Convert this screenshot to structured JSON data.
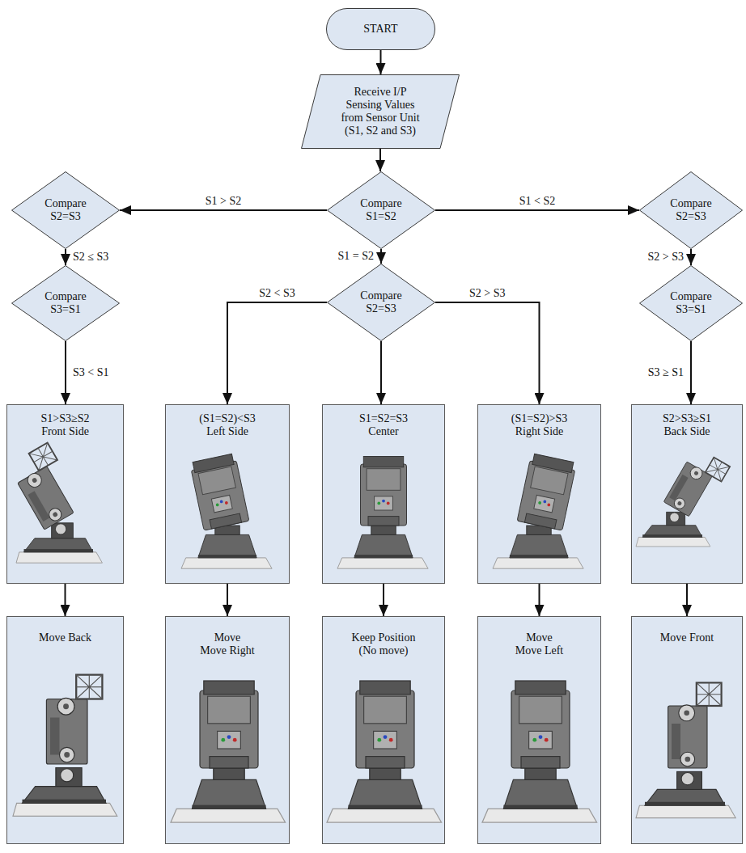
{
  "diagram": {
    "nodes": [
      {
        "text": [
          "START"
        ]
      },
      {
        "text": [
          "Receive I/P Sensing Values from Sensor Unit (S1, S2 and S3)"
        ]
      },
      {
        "text": [
          "Compare S2=S3"
        ]
      },
      {
        "text": [
          "Compare S1=S2"
        ]
      },
      {
        "text": [
          "Compare S2=S3"
        ]
      },
      {
        "text": [
          "Compare S3=S1"
        ]
      },
      {
        "text": [
          "Compare S2=S3"
        ]
      },
      {
        "text": [
          "Compare S3=S1"
        ]
      },
      {
        "text": [
          "S1>S3≥S2",
          "Front Side"
        ]
      },
      {
        "text": [
          "(S1=S2)<S3",
          "Left Side"
        ]
      },
      {
        "text": [
          "S1=S2=S3",
          "Center"
        ]
      },
      {
        "text": [
          "(S1=S2)>S3",
          "Right Side"
        ]
      },
      {
        "text": [
          "S2>S3≥S1",
          "Back Side"
        ]
      },
      {
        "text": [
          "Move Back"
        ]
      },
      {
        "text": [
          "Move",
          "Move Right"
        ]
      },
      {
        "text": [
          "Keep Position (No move)"
        ]
      },
      {
        "text": [
          "Move",
          "Move Left"
        ]
      },
      {
        "text": [
          "Move Front"
        ]
      }
    ],
    "edges": [
      {
        "from": 0,
        "to": 1,
        "arrow": "to"
      },
      {
        "from": 1,
        "to": 3,
        "arrow": "to"
      },
      {
        "from": 3,
        "to": 2,
        "label": "S1 > S2",
        "arrow": "to"
      },
      {
        "from": 3,
        "to": 4,
        "label": "S1 < S2",
        "arrow": "to"
      },
      {
        "from": 3,
        "to": 6,
        "label": "S1 = S2",
        "arrow": "to"
      },
      {
        "from": 2,
        "to": 5,
        "label": "S2 ≤ S3",
        "arrow": "to"
      },
      {
        "from": 4,
        "to": 7,
        "label": "S2 > S3",
        "arrow": "to"
      },
      {
        "from": 5,
        "to": 8,
        "label": "S3 < S1",
        "arrow": "to"
      },
      {
        "from": 6,
        "to": 9,
        "label": "S2 < S3",
        "arrow": "to"
      },
      {
        "from": 6,
        "to": 10,
        "arrow": "to"
      },
      {
        "from": 6,
        "to": 11,
        "label": "S2 > S3",
        "arrow": "to"
      },
      {
        "from": 7,
        "to": 12,
        "label": "S3 ≥ S1",
        "arrow": "to"
      },
      {
        "from": 8,
        "to": 13,
        "arrow": "to"
      },
      {
        "from": 9,
        "to": 14,
        "arrow": "to"
      },
      {
        "from": 10,
        "to": 15,
        "arrow": "to"
      },
      {
        "from": 11,
        "to": 16,
        "arrow": "to"
      },
      {
        "from": 12,
        "to": 17,
        "arrow": "to"
      }
    ]
  }
}
